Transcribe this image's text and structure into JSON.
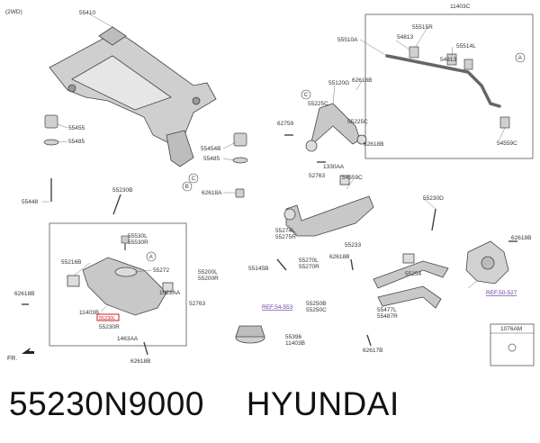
{
  "header": {
    "variant": "(2WD)"
  },
  "labels": {
    "l55410": "55410",
    "l55455": "55455",
    "l55485a": "55485",
    "l55454b": "55454B",
    "l55485b": "55485",
    "l62618a": "62618A",
    "l55448": "55448",
    "l55230b": "55230B",
    "l11403c": "11403C",
    "l55515r": "55515R",
    "l54813a": "54813",
    "l55510a": "55510A",
    "l55514l": "55514L",
    "l54813b": "54813",
    "l55120g": "55120G",
    "l62618b_top": "62618B",
    "l55225c_a": "55225C",
    "l55225c_b": "55225C",
    "l62759": "62759",
    "l62618b_mid": "62618B",
    "l1330aa": "1330AA",
    "l52763a": "52763",
    "l54559c_a": "54559C",
    "l54559c_b": "54559C",
    "l55530l": "55530L",
    "l55530r": "55530R",
    "l55216b": "55216B",
    "l55272": "55272",
    "l55200l": "55200L",
    "l55200r": "55200R",
    "l62618b_left": "62618B",
    "l1022aa": "1022AA",
    "l11403b": "11403B",
    "l55230l": "55230L",
    "l55230r": "55230R",
    "l52763b": "52763",
    "l1463aa": "1463AA",
    "l62618b_bottom": "62618B",
    "l55274l": "55274L",
    "l55275r": "55275R",
    "l55145b": "55145B",
    "l55270l": "55270L",
    "l55270r": "55270R",
    "l62618b_c": "62618B",
    "l55233": "55233",
    "l55230d": "55230D",
    "l62618b_right": "62618B",
    "l55254": "55254",
    "ref54553": "REF.54-553",
    "l55250b": "55250B",
    "l55250c": "55250C",
    "l55477l": "55477L",
    "l55487r": "55487R",
    "ref50527": "REF.50-527",
    "l55396": "55396",
    "l11403b_b": "11403B",
    "l62617b": "62617B",
    "l1076am": "1076AM",
    "fr": "FR."
  },
  "callouts": {
    "a1": "A",
    "a2": "A",
    "b": "B",
    "c1": "C",
    "c2": "C"
  },
  "highlight_color": "#d11a1a",
  "caption": {
    "part_number": "55230N9000",
    "brand": "HYUNDAI"
  }
}
